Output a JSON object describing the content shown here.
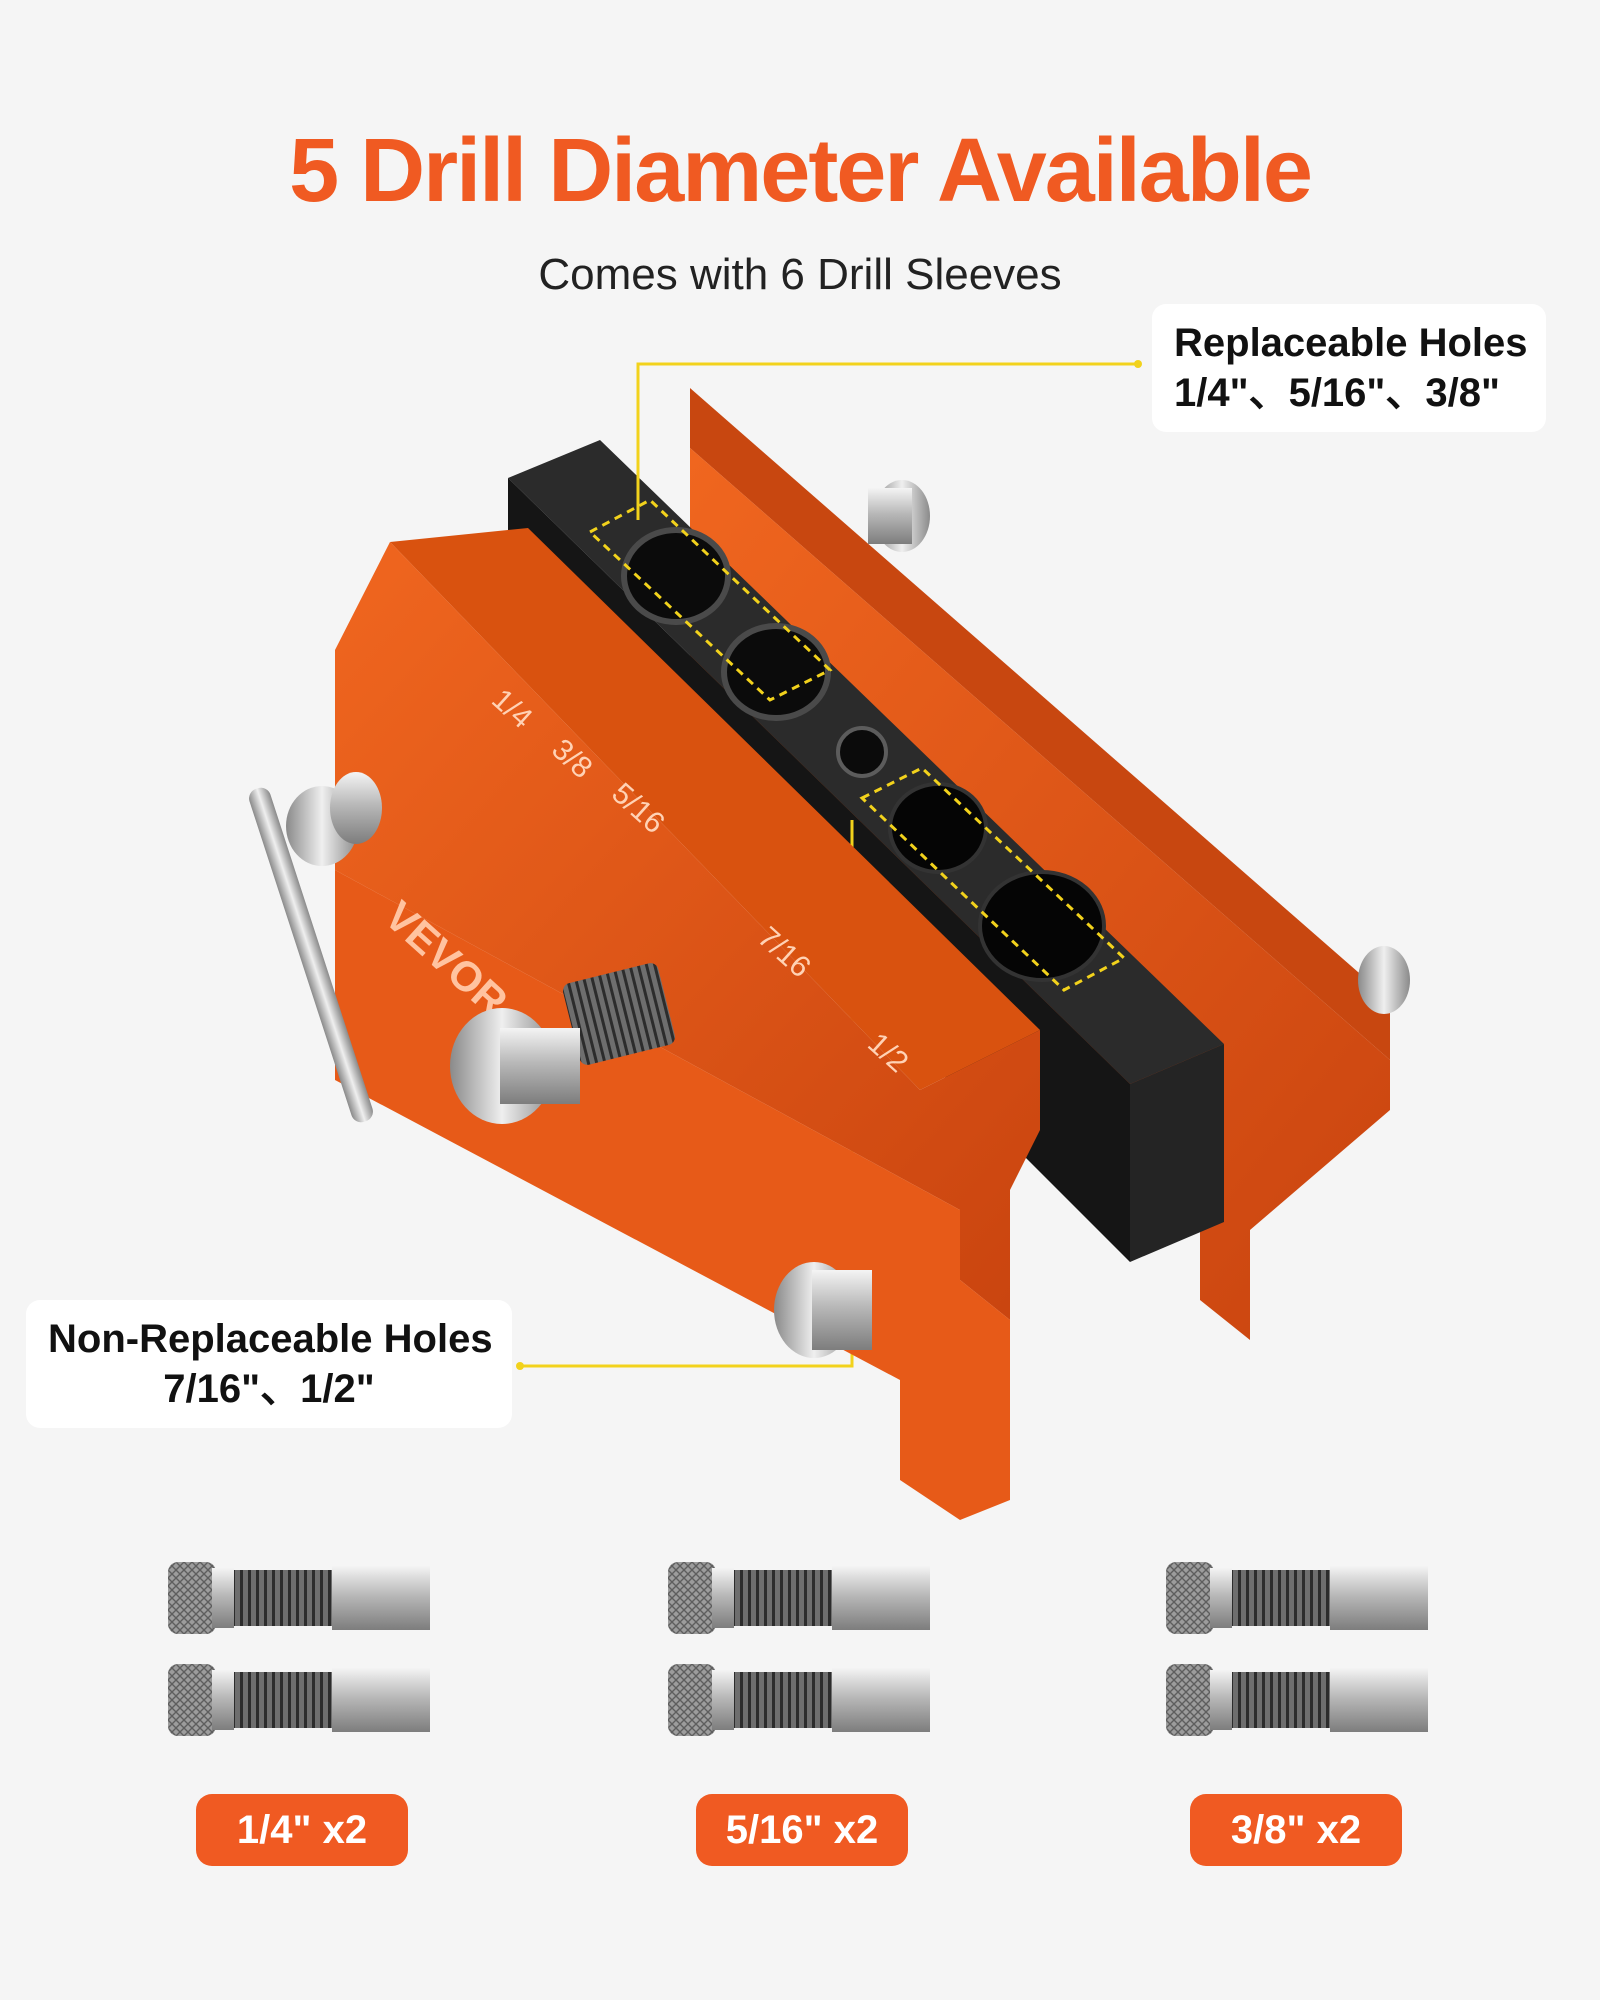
{
  "headline": "5 Drill Diameter Available",
  "subheadline": "Comes with 6 Drill Sleeves",
  "callouts": {
    "replaceable": {
      "title": "Replaceable Holes",
      "sizes": "1/4\"、5/16\"、3/8\""
    },
    "non_replaceable": {
      "title": "Non-Replaceable Holes",
      "sizes": "7/16\"、1/2\""
    }
  },
  "jig_markings": [
    "1/4",
    "3/8",
    "5/16",
    "7/16",
    "1/2"
  ],
  "brand_mark": "VEVOR",
  "sleeve_groups": [
    {
      "label": "1/4\" x2"
    },
    {
      "label": "5/16\" x2"
    },
    {
      "label": "3/8\"  x2"
    }
  ],
  "colors": {
    "accent": "#f05a22",
    "jig_orange": "#e2561a",
    "block_black": "#1c1c1c",
    "leader_yellow": "#f2d21c",
    "background": "#f5f5f5"
  }
}
